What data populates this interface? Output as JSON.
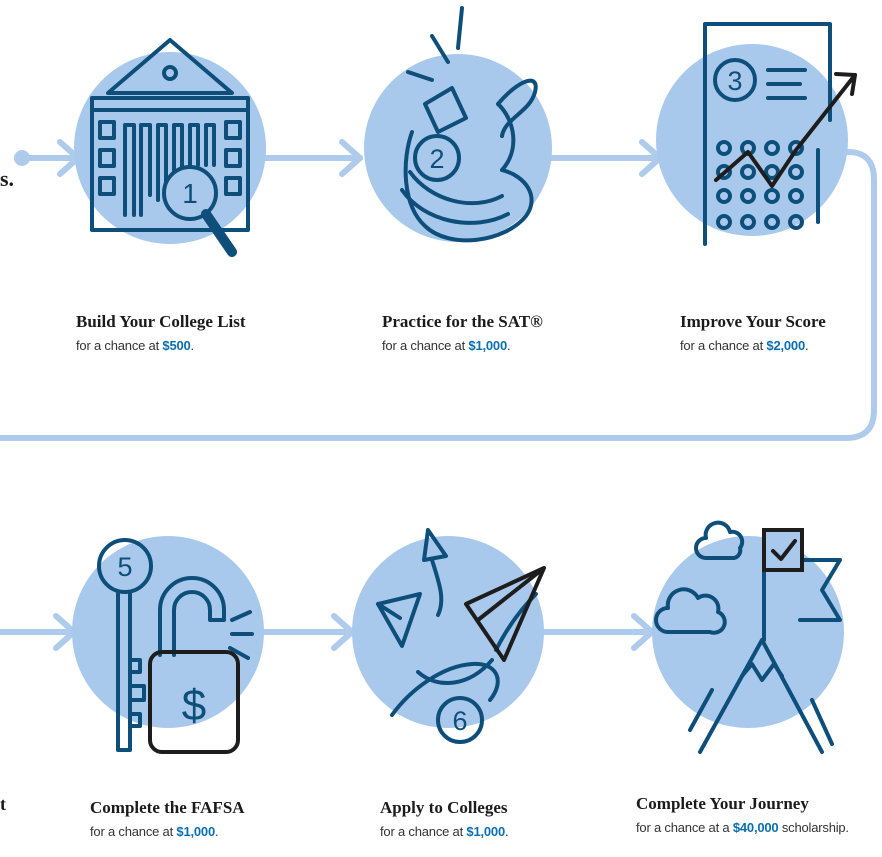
{
  "colors": {
    "circle": "#a9c9ec",
    "connector": "#aecbec",
    "ink": "#0d4f7a",
    "dark": "#1d1d1d",
    "accent_text": "#0a6fb0"
  },
  "edge_fragments": {
    "top_left": "s.",
    "bottom_left": "t"
  },
  "steps": [
    {
      "number": "1",
      "icon": "college-building-magnifier-icon",
      "title": "Build Your College List",
      "prefix": "for a chance at",
      "amount": "$500",
      "suffix": "."
    },
    {
      "number": "2",
      "icon": "whistle-icon",
      "title": "Practice for the SAT®",
      "prefix": "for a chance at",
      "amount": "$1,000",
      "suffix": "."
    },
    {
      "number": "3",
      "icon": "score-chart-icon",
      "title": "Improve Your Score",
      "prefix": "for a chance at",
      "amount": "$2,000",
      "suffix": "."
    },
    {
      "number": "5",
      "icon": "key-padlock-icon",
      "title": "Complete the FAFSA",
      "prefix": "for a chance at",
      "amount": "$1,000",
      "suffix": "."
    },
    {
      "number": "6",
      "icon": "paper-planes-icon",
      "title": "Apply to Colleges",
      "prefix": "for a chance at",
      "amount": "$1,000",
      "suffix": "."
    },
    {
      "number": "",
      "icon": "mountain-flag-icon",
      "title": "Complete Your Journey",
      "prefix": "for a chance at a",
      "amount": "$40,000",
      "suffix": " scholarship."
    }
  ]
}
